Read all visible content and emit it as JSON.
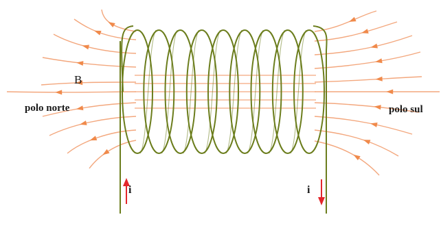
{
  "diagram": {
    "labels": {
      "field": "B",
      "north": "polo norte",
      "south": "polo sul",
      "current_left": "i",
      "current_right": "i"
    },
    "colors": {
      "coil": "#6b7d1c",
      "field_lines": "#f3a77d",
      "field_arrows": "#f08a4b",
      "current_arrows": "#e3262b",
      "text": "#1a1a1a"
    },
    "coil_turns": 9
  }
}
